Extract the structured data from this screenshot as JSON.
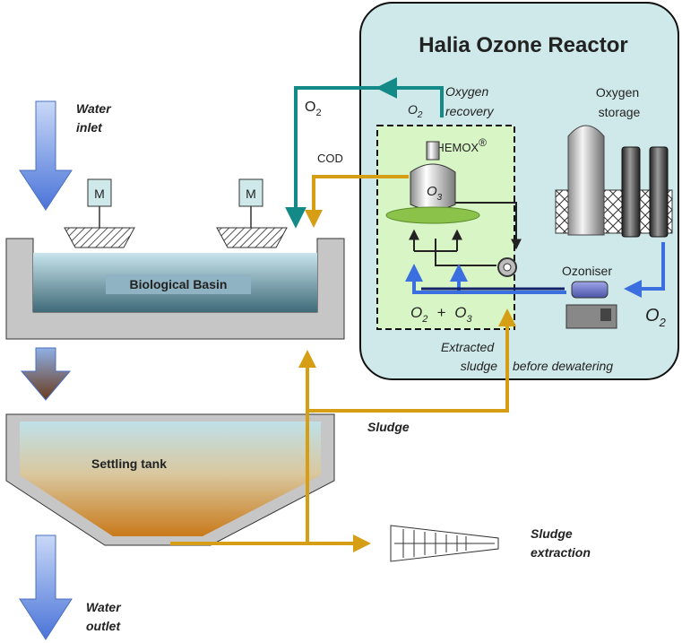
{
  "reactor": {
    "title": "Halia Ozone Reactor",
    "chemox_label": "CHEMOX",
    "chemox_mark": "®",
    "oxygen_recovery": [
      "Oxygen",
      "recovery"
    ],
    "oxygen_storage": [
      "Oxygen",
      "storage"
    ],
    "ozoniser": "Ozoniser",
    "o2_main": "O",
    "o2_sub": "2",
    "o3_main": "O",
    "o3_sub": "3",
    "plus": "+",
    "extracted_sludge": [
      "Extracted",
      "sludge"
    ],
    "before_dewatering": "before dewatering"
  },
  "inlet": {
    "label": [
      "Water",
      "inlet"
    ]
  },
  "outlet": {
    "label": [
      "Water",
      "outlet"
    ]
  },
  "basin": {
    "label": "Biological Basin",
    "mixer_label": "M"
  },
  "settling": {
    "label": "Settling tank"
  },
  "flows": {
    "o2_return_main": "O",
    "o2_return_sub": "2",
    "cod": "COD",
    "sludge": "Sludge"
  },
  "extraction": {
    "label": [
      "Sludge",
      "extraction"
    ]
  },
  "colors": {
    "teal": "#138a87",
    "gold": "#d69e14",
    "blue": "#3b6fe0",
    "reactor_bg": "#cfe9ea",
    "chemox_bg": "#d8f5c6",
    "water": "#5c8fa0",
    "basin_gray": "#c6c6c6"
  }
}
